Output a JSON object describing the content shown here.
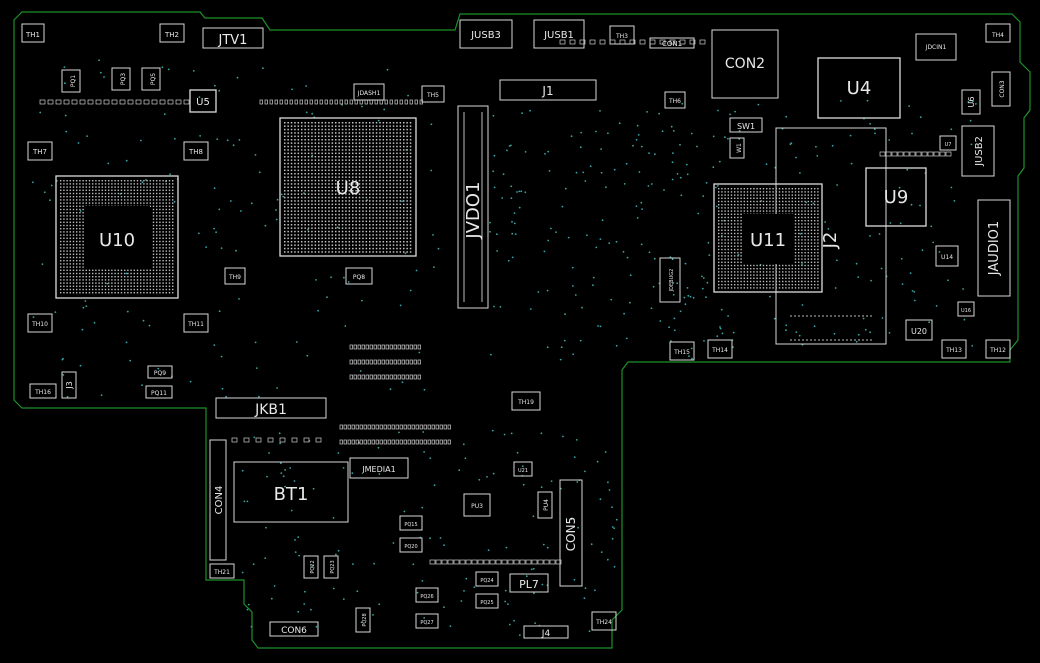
{
  "board": {
    "outline_color": "#1e8f2a",
    "silk_color": "#e8e8e8",
    "via_color": "#3aa3a3",
    "background": "#000000"
  },
  "labels": {
    "th1": "TH1",
    "th2": "TH2",
    "jtv1": "JTV1",
    "jusb3": "JUSB3",
    "jusb1": "JUSB1",
    "th3": "TH3",
    "con1": "CON1",
    "con2": "CON2",
    "u4": "U4",
    "jdcin1": "JDCIN1",
    "th4": "TH4",
    "con3": "CON3",
    "u6": "U6",
    "u5": "U5",
    "jdash1": "JDASH1",
    "th5": "TH5",
    "j1": "J1",
    "th6": "TH6",
    "sw1": "SW1",
    "w1": "W1",
    "u7": "U7",
    "jusb2": "JUSB2",
    "th7": "TH7",
    "th8": "TH8",
    "u8": "U8",
    "jvdo1": "JVDO1",
    "u9": "U9",
    "u10": "U10",
    "u11": "U11",
    "j2": "J2",
    "jaudio1": "JAUDIO1",
    "u14": "U14",
    "th9": "TH9",
    "pq8": "PQ8",
    "jdebug2": "JDEBUG2",
    "u16": "U16",
    "th10": "TH10",
    "th11": "TH11",
    "u20": "U20",
    "th15": "TH15",
    "th14": "TH14",
    "th13": "TH13",
    "th12": "TH12",
    "j3": "J3",
    "pq9": "PQ9",
    "th16": "TH16",
    "pq11": "PQ11",
    "jkb1": "JKB1",
    "th19": "TH19",
    "jmedia1": "JMEDIA1",
    "u21": "U21",
    "bt1": "BT1",
    "con4": "CON4",
    "pu3": "PU3",
    "pu4": "PU4",
    "con5": "CON5",
    "pq15": "PQ15",
    "pq20": "PQ20",
    "pq22": "PQ22",
    "pq23": "PQ23",
    "th21": "TH21",
    "pq24": "PQ24",
    "pl7": "PL7",
    "pq26": "PQ26",
    "pq25": "PQ25",
    "pq27": "PQ27",
    "pq28": "PQ28",
    "con6": "CON6",
    "j4": "J4",
    "th24": "TH24",
    "pq1": "PQ1",
    "pq3": "PQ3",
    "pq5": "PQ5"
  }
}
